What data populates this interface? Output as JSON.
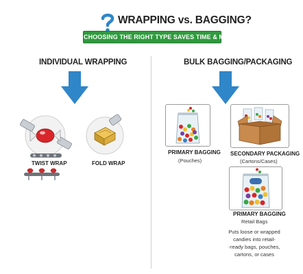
{
  "header": {
    "title": "WRAPPING vs. BAGGING?",
    "banner": "CHOOSING THE RIGHT TYPE SAVES TIME & MONEY!",
    "question_icon": "question-mark-icon"
  },
  "left": {
    "heading": "INDIVIDUAL WRAPPING",
    "items": [
      {
        "label": "TWIST WRAP",
        "icon": "twist-wrap-machine-icon"
      },
      {
        "label": "FOLD WRAP",
        "icon": "fold-wrap-machine-icon"
      }
    ]
  },
  "right": {
    "heading": "BULK BAGGING/PACKAGING",
    "items": [
      {
        "label": "PRIMARY BAGGING",
        "sublabel": "(Pouches)",
        "icon": "candy-pouch-icon"
      },
      {
        "label": "SECONDARY PACKAGING",
        "sublabel": "(Cartons/Cases)",
        "icon": "carton-box-icon"
      },
      {
        "label": "PRIMARY BAGGING",
        "sublabel": "Retail Bags",
        "icon": "retail-bag-icon"
      }
    ],
    "description_lines": [
      "Puts loose or wrapped",
      "candies into retail-",
      "-ready bags, pouches,",
      "cartons, or cases"
    ]
  },
  "colors": {
    "banner_green": "#2e9a3d",
    "arrow_blue": "#2f86c8",
    "question_blue": "#2f86c8",
    "candy_red": "#d8262a",
    "gold_wrap": "#d8a93a"
  }
}
